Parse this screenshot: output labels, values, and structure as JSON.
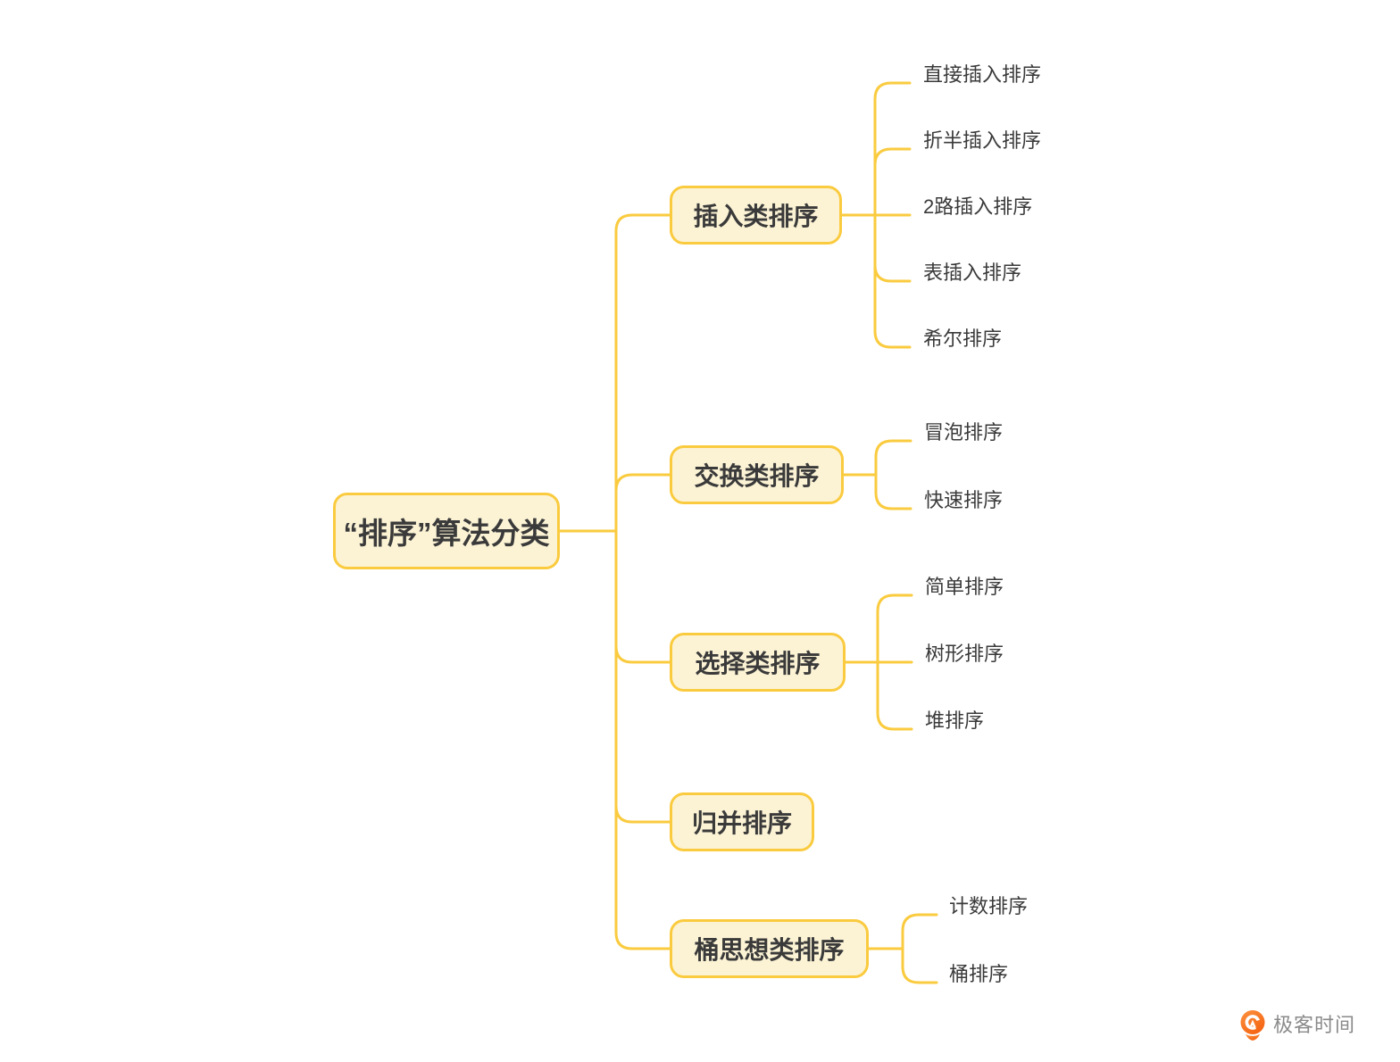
{
  "diagram": {
    "root": {
      "label": "“排序”算法分类"
    },
    "branches": [
      {
        "label": "插入类排序",
        "children": [
          "直接插入排序",
          "折半插入排序",
          "2路插入排序",
          "表插入排序",
          "希尔排序"
        ]
      },
      {
        "label": "交换类排序",
        "children": [
          "冒泡排序",
          "快速排序"
        ]
      },
      {
        "label": "选择类排序",
        "children": [
          "简单排序",
          "树形排序",
          "堆排序"
        ]
      },
      {
        "label": "归并排序",
        "children": []
      },
      {
        "label": "桶思想类排序",
        "children": [
          "计数排序",
          "桶排序"
        ]
      }
    ],
    "colors": {
      "line": "#FACB3F",
      "node_fill": "#FCF3D5",
      "node_border": "#FACB3F",
      "text": "#3A3A3A"
    }
  },
  "watermark": {
    "label": "极客时间",
    "icon": "geektime-logo-icon",
    "text_color": "#8A8A8A",
    "icon_color_top": "#FB8F3C",
    "icon_color_bottom": "#F4600F"
  }
}
